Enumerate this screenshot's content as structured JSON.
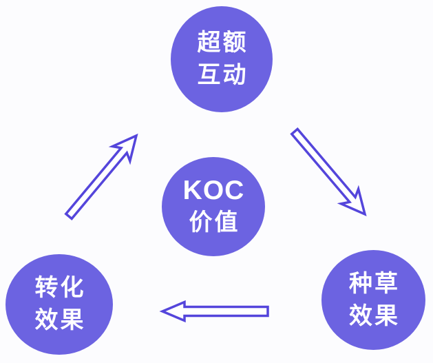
{
  "title": "KOC value cycle diagram",
  "colors": {
    "background": "#FCFCFE",
    "node_fill": "#6C63E1",
    "node_text": "#FFFFFF",
    "arrow_stroke": "#5445DB",
    "arrow_fill": "#FFFFFF"
  },
  "nodes": {
    "center": {
      "line1": "KOC",
      "line2": "价值"
    },
    "top": {
      "line1": "超额",
      "line2": "互动"
    },
    "bottom_right": {
      "line1": "种草",
      "line2": "效果"
    },
    "bottom_left": {
      "line1": "转化",
      "line2": "效果"
    }
  },
  "arrows": [
    {
      "name": "arrow-top-to-bottom-right",
      "from": "top",
      "to": "bottom_right",
      "style": "barbed"
    },
    {
      "name": "arrow-bottom-right-to-bottom-left",
      "from": "bottom_right",
      "to": "bottom_left",
      "style": "block"
    },
    {
      "name": "arrow-bottom-left-to-top",
      "from": "bottom_left",
      "to": "top",
      "style": "barbed"
    }
  ]
}
